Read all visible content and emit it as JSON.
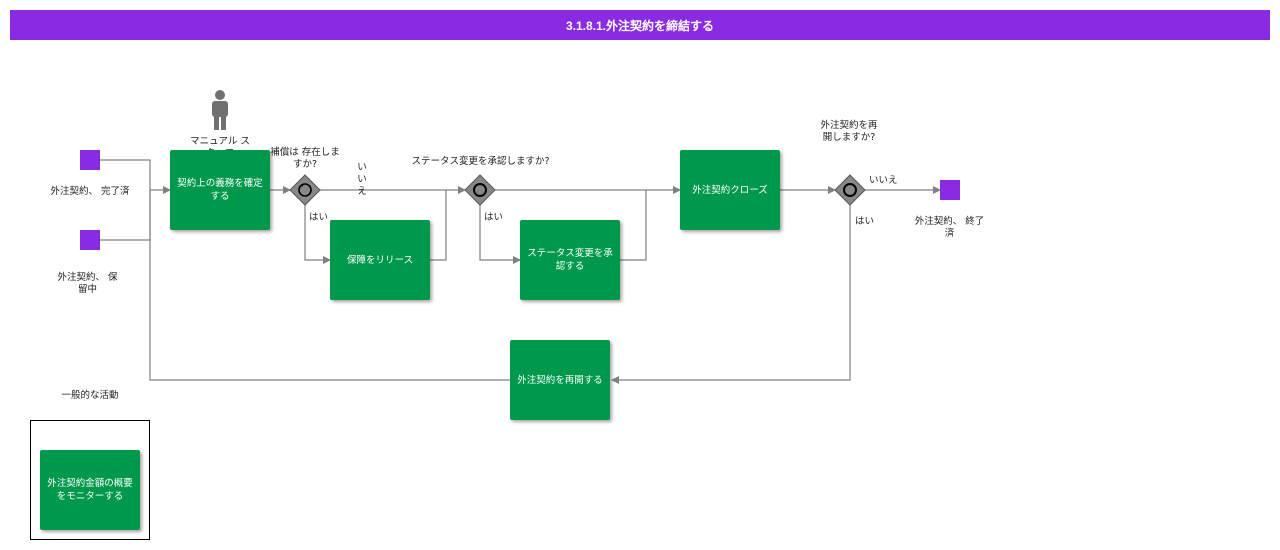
{
  "title": "3.1.8.1.外注契約を締結する",
  "colors": {
    "header": "#8a2be2",
    "task": "#00994c",
    "event": "#8a2be2",
    "gateway": "#888888"
  },
  "events": {
    "start_complete": "外注契約、 完了済",
    "start_pending": "外注契約、 保 留中",
    "end": "外注契約、 終了済"
  },
  "performer": {
    "label": "マニュアル スタッフ",
    "icon": "person-icon"
  },
  "tasks": {
    "confirm_obligations": "契約上の義務を確定する",
    "release_guarantee": "保障をリリース",
    "approve_status": "ステータス変更を承認する",
    "close_contract": "外注契約クローズ",
    "reopen_contract": "外注契約を再開する",
    "monitor_amount": "外注契約金額の概要をモニターする"
  },
  "gateways": {
    "g1_question": "補償は 存在しますか?",
    "g2_question": "ステータス変更を承認しますか?",
    "g3_question": "外注契約を再開しますか?"
  },
  "flow_labels": {
    "g1_no": "いいえ",
    "g1_yes": "はい",
    "g2_yes": "はい",
    "g3_no": "いいえ",
    "g3_yes": "はい"
  },
  "group": {
    "label": "一般的な活動"
  }
}
